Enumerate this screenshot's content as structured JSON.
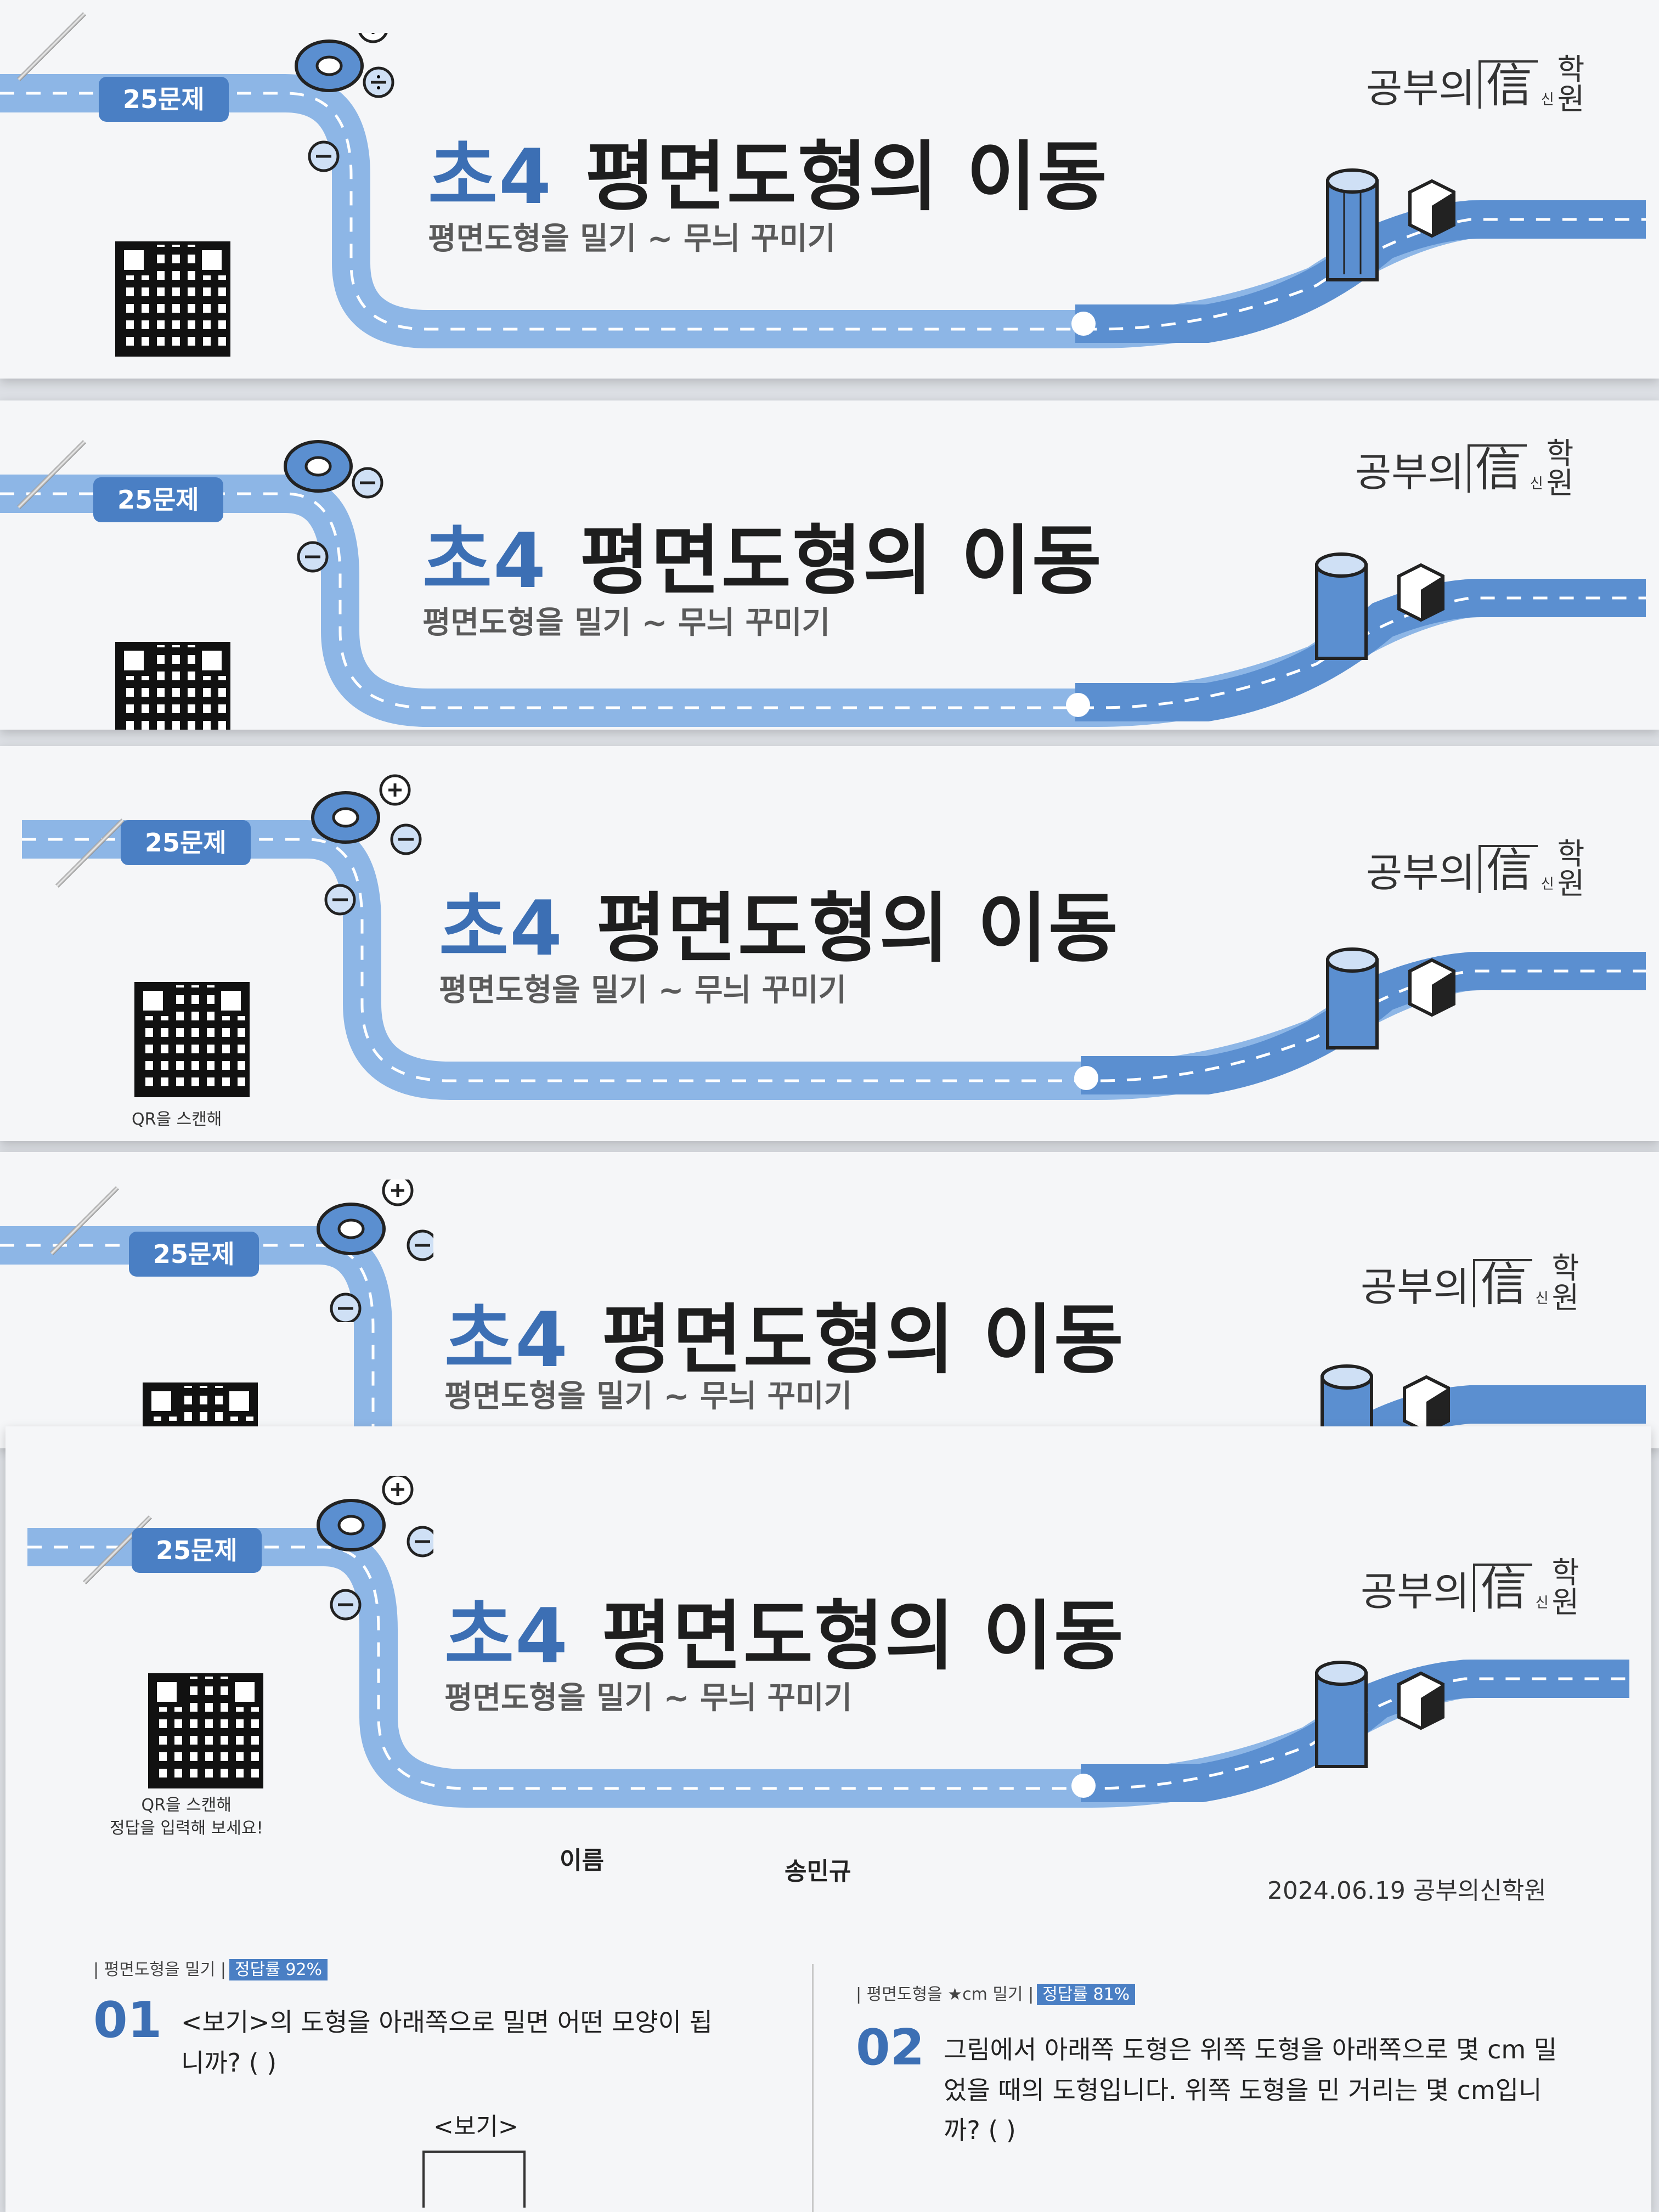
{
  "header": {
    "badge": "25문제",
    "grade": "초4",
    "title": "평면도형의 이동",
    "subtitle": "평면도형을 밀기 ~ 무늬 꾸미기",
    "brand_left": "공부의",
    "brand_hanja": "信",
    "brand_small": "신",
    "brand_right_1": "학",
    "brand_right_2": "원"
  },
  "qr_caption_partial": "QR을 스캔해",
  "qr_caption_line1": "QR을 스캔해",
  "qr_caption_line2": "정답을 입력해 보세요!",
  "student": {
    "name_label": "이름",
    "name_value": "송민규",
    "date_academy": "2024.06.19 공부의신학원"
  },
  "questions": [
    {
      "tag": "| 평면도형을 밀기 |",
      "rate": "정답률 92%",
      "number": "01",
      "text": "<보기>의 도형을 아래쪽으로 밀면 어떤 모양이 됩니까? (          )",
      "box_label": "<보기>"
    },
    {
      "tag": "| 평면도형을 ★cm 밀기 |",
      "rate": "정답률 81%",
      "number": "02",
      "text": "그림에서 아래쪽 도형은 위쪽 도형을 아래쪽으로 몇 cm 밀었을 때의 도형입니다. 위쪽 도형을 민 거리는 몇 cm입니까? (          )"
    }
  ],
  "colors": {
    "road": "#5b8fd0",
    "road_light": "#8db6e6",
    "accent": "#3c6fb4"
  },
  "icons": [
    "plus-icon",
    "minus-icon",
    "divide-icon",
    "coin-icon",
    "cylinder-icon",
    "cube-icon",
    "qr-code-icon"
  ]
}
